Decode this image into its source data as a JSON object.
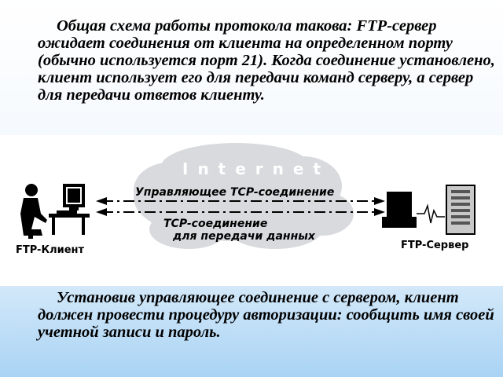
{
  "paragraph_1": "Общая схема работы протокола такова: FTP-сервер ожидает соединения от клиента на определенном порту (обычно используется порт 21). Когда соединение установлено, клиент использует его для передачи команд серверу, а сервер для передачи ответов клиенту.",
  "paragraph_2": "Установив управляющее соединение с сервером, клиент должен провести процедуру авторизации: сообщить имя своей учетной записи и пароль.",
  "diagram": {
    "cloud_label": "Internet",
    "control_connection_label": "Управляющее TCP-соединение",
    "data_connection_label_line1": "TCP-соединение",
    "data_connection_label_line2": "для передачи данных",
    "client_label": "FTP-Клиент",
    "server_label": "FTP-Сервер"
  },
  "colors": {
    "background_top": "#ffffff",
    "background_bottom": "#a9d3f4",
    "cloud_fill": "#d8dade",
    "cloud_text": "#ffffff"
  }
}
